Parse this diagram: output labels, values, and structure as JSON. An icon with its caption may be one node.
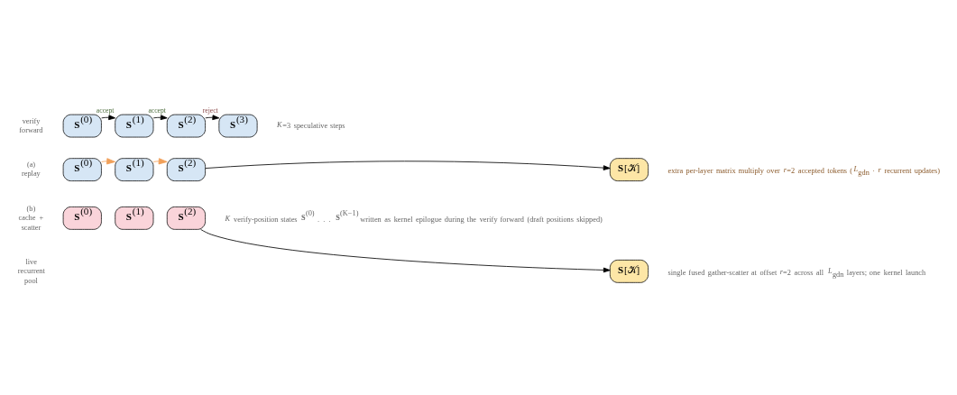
{
  "diagram": {
    "nodes": [
      {
        "text": [
          "**S**$^{(0)}$"
        ]
      },
      {
        "text": [
          "**S**$^{(1)}$"
        ],
        "beside": [
          "accept"
        ]
      },
      {
        "text": [
          "**S**$^{(2)}$"
        ],
        "beside": [
          "accept"
        ]
      },
      {
        "text": [
          "**S**$^{(3)}$"
        ],
        "beside": [
          "reject"
        ]
      },
      {
        "text": [
          "**S**$^{(0)}$"
        ]
      },
      {
        "text": [
          "**S**$^{(1)}$"
        ]
      },
      {
        "text": [
          "**S**$^{(2)}$"
        ]
      },
      {
        "text": [
          "**S**[𝒦]"
        ]
      },
      {
        "text": [
          "**S**$^{(0)}$"
        ]
      },
      {
        "text": [
          "**S**$^{(1)}$"
        ]
      },
      {
        "text": [
          "**S**$^{(2)}$"
        ]
      },
      {
        "text": [
          "**S**[𝒦]"
        ]
      }
    ],
    "edges": [
      {
        "from": 0,
        "to": 1,
        "arrow": "to"
      },
      {
        "from": 1,
        "to": 2,
        "arrow": "to"
      },
      {
        "from": 2,
        "to": 3,
        "arrow": "to"
      },
      {
        "from": 4,
        "to": 5,
        "arrow": "to",
        "color": "#f0a05a"
      },
      {
        "from": 5,
        "to": 6,
        "arrow": "to",
        "color": "#f0a05a"
      },
      {
        "from": 6,
        "to": 7,
        "arrow": "to"
      },
      {
        "from": 10,
        "to": 11,
        "arrow": "to"
      }
    ],
    "labels": [
      "verify forward",
      "*K*=3 speculative steps",
      "(a) replay",
      "extra per-layer matrix multiply over *r*=2 accepted tokens (*L*$_{gdn}$ · *r* recurrent updates)",
      "(b) cache + scatter",
      "*K* verify-position states **S**$^{(0)}$ . . . **S**$^{(K−1)}$ written as kernel epilogue during the verify forward (draft positions skipped)",
      "live recurrent pool",
      "single fused gather-scatter at offset *r*=2 across all *L*$_{gdn}$ layers; one kernel launch"
    ]
  }
}
